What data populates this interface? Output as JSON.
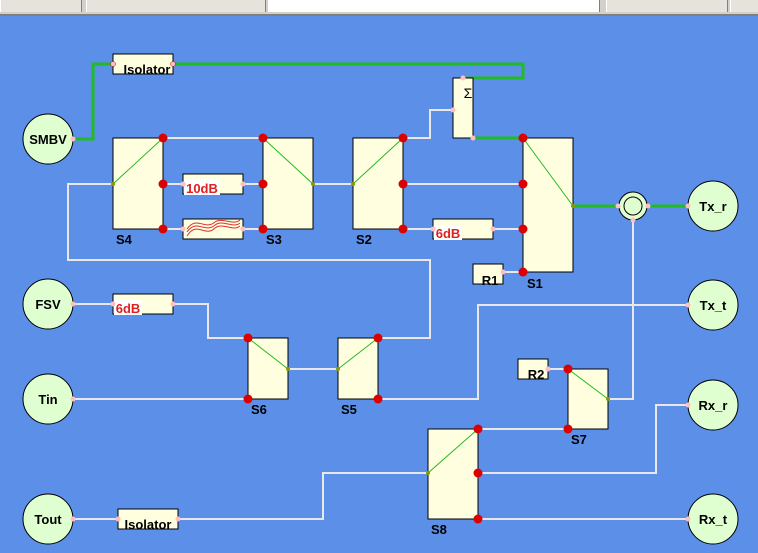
{
  "ports": {
    "smbv": "SMBV",
    "fsv": "FSV",
    "tin": "Tin",
    "tout": "Tout",
    "tx_r": "Tx_r",
    "tx_t": "Tx_t",
    "rx_r": "Rx_r",
    "rx_t": "Rx_t"
  },
  "switches": {
    "s1": "S1",
    "s2": "S2",
    "s3": "S3",
    "s4": "S4",
    "s5": "S5",
    "s6": "S6",
    "s7": "S7",
    "s8": "S8"
  },
  "components": {
    "isolator_top": "Isolator",
    "isolator_bottom": "Isolator",
    "att_10db": "10dB",
    "att_6db_s2": "6dB",
    "att_6db_fsv": "6dB",
    "combiner": "Σ",
    "r1": "R1",
    "r2": "R2"
  },
  "colors": {
    "background": "#5b8fe8",
    "box_fill": "#ffffe0",
    "wire": "#e8e8e8",
    "active_wire": "#22bb22",
    "port_fill": "#e0ffd0",
    "connector_red": "#dd0000",
    "label_red": "#dd2020"
  }
}
